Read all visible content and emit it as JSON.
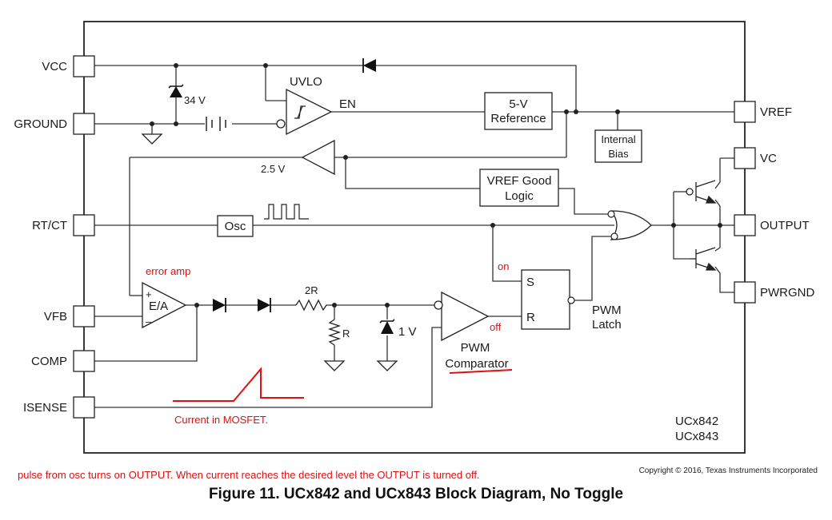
{
  "pins_left": {
    "vcc": "VCC",
    "ground": "GROUND",
    "rtct": "RT/CT",
    "vfb": "VFB",
    "comp": "COMP",
    "isense": "ISENSE"
  },
  "pins_right": {
    "vref": "VREF",
    "vc": "VC",
    "output": "OUTPUT",
    "pwrgnd": "PWRGND"
  },
  "blocks": {
    "uvlo": "UVLO",
    "en": "EN",
    "ref_line1": "5-V",
    "ref_line2": "Reference",
    "bias_line1": "Internal",
    "bias_line2": "Bias",
    "vref_good_line1": "VREF Good",
    "vref_good_line2": "Logic",
    "osc": "Osc",
    "ea": "E/A",
    "ea_plus": "+",
    "ea_minus": "–",
    "latch_s": "S",
    "latch_r": "R",
    "latch_line1": "PWM",
    "latch_line2": "Latch",
    "comp_line1": "PWM",
    "comp_line2": "Comparator"
  },
  "values": {
    "zener_34": "34 V",
    "buf_25": "2.5 V",
    "r2": "2R",
    "r": "R",
    "zener_1": "1 V"
  },
  "part_numbers": [
    "UCx842",
    "UCx843"
  ],
  "annotations": {
    "error_amp": "error amp",
    "on": "on",
    "off": "off",
    "current": "Current in MOSFET.",
    "note": "pulse from osc turns on OUTPUT.  When current reaches the desired level the OUTPUT is turned off."
  },
  "copyright": "Copyright © 2016, Texas Instruments Incorporated",
  "caption": "Figure 11.  UCx842 and UCx843 Block Diagram, No Toggle",
  "colors": {
    "annotation": "#e01010",
    "line": "#333333"
  }
}
